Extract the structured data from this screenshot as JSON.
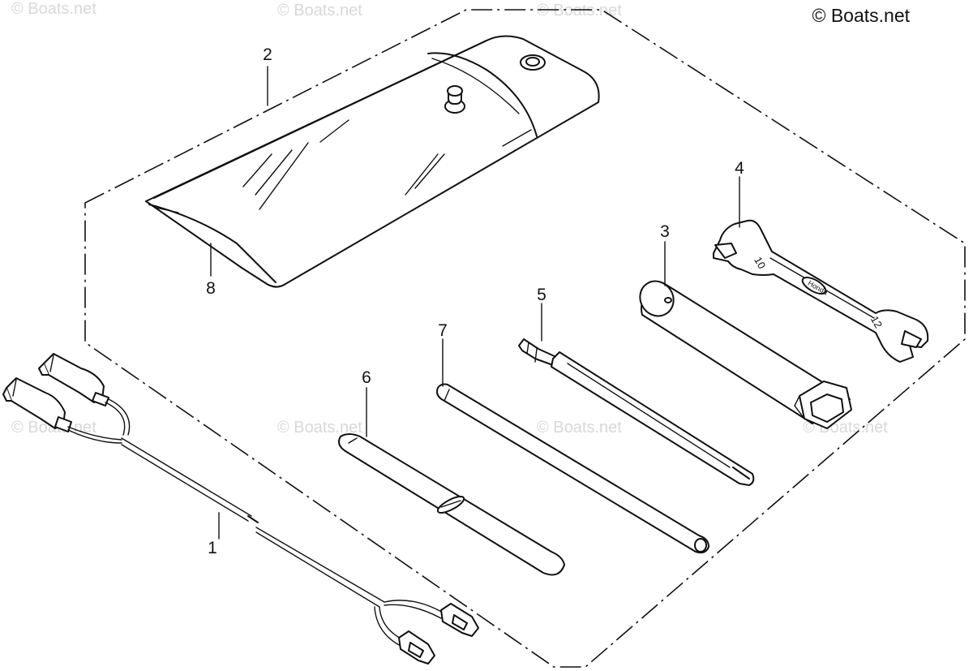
{
  "copyright": "© Boats.net",
  "watermark": "© Boats.net",
  "callouts": [
    "1",
    "2",
    "3",
    "4",
    "5",
    "6",
    "7",
    "8"
  ],
  "wrench_sizes": [
    "10",
    "12"
  ],
  "wrench_logo": "Honda",
  "colors": {
    "line": "#111111",
    "watermark": "#d8d8d8",
    "background": "#ffffff"
  },
  "icons": [
    "tool-bag-icon",
    "spark-plug-wrench-icon",
    "open-end-wrench-icon",
    "screwdriver-icon",
    "handle-bar-icon",
    "screwdriver-grip-icon",
    "emergency-cord-icon"
  ]
}
